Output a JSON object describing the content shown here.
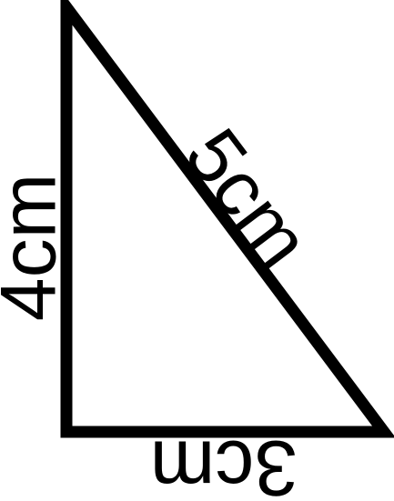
{
  "diagram": {
    "type": "right-triangle",
    "stroke_color": "#000000",
    "fill_color": "#ffffff",
    "label_color": "#000000",
    "sides": {
      "vertical": {
        "label": "4cm",
        "length": 4,
        "unit": "cm"
      },
      "horizontal": {
        "label": "3cm",
        "length": 3,
        "unit": "cm"
      },
      "hypotenuse": {
        "label": "5cm",
        "length": 5,
        "unit": "cm"
      }
    }
  }
}
